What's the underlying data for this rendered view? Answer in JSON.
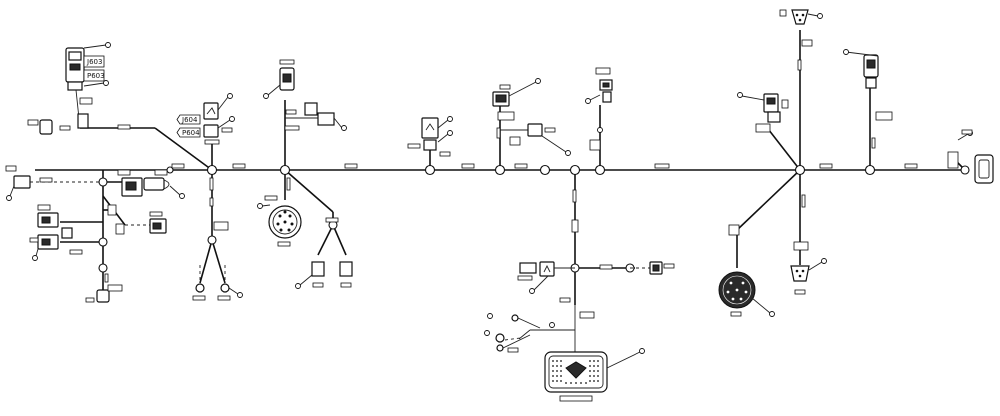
{
  "connector_labels": {
    "j603": "J603",
    "p603": "P603",
    "j604": "J604",
    "p604": "P604"
  }
}
